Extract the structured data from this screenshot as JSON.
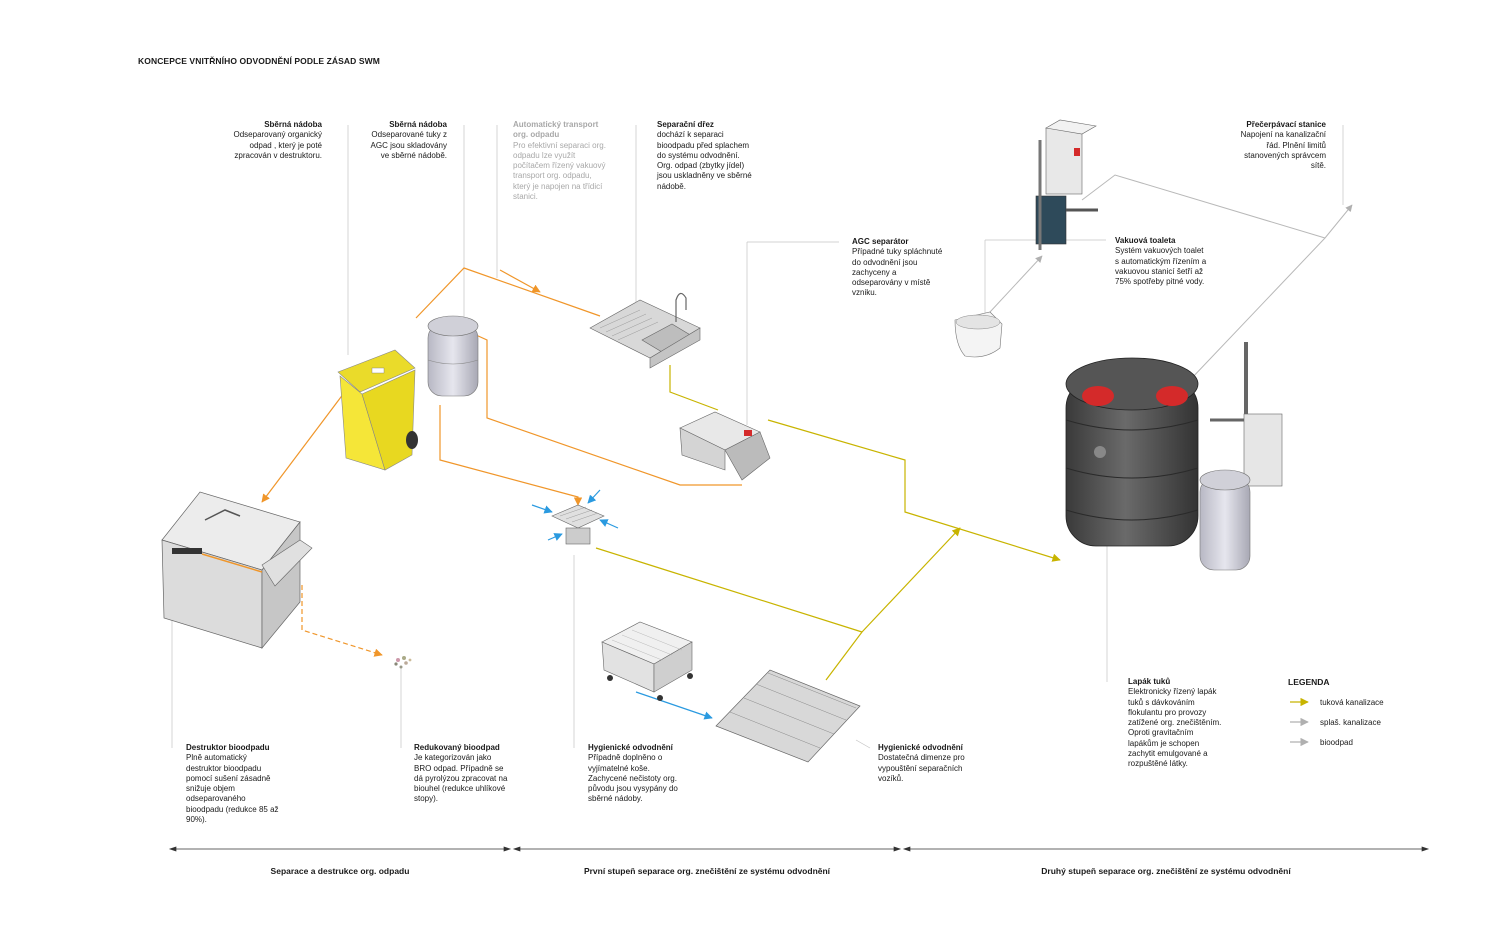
{
  "title": "KONCEPCE VNITŘNÍHO ODVODNĚNÍ PODLE ZÁSAD SWM",
  "labels": {
    "sberna1": {
      "heading": "Sběrná nádoba",
      "body": "Odseparovaný organický\nodpad , který je poté\nzpracován v destruktoru."
    },
    "sberna2": {
      "heading": "Sběrná nádoba",
      "body": "Odseparované tuky z\nAGC jsou skladovány\nve sběrné nádobě."
    },
    "transport": {
      "heading": "Automatický transport\norg. odpadu",
      "body": "Pro efektivní separaci org.\nodpadu lze využít\npočítačem řízený vakuový\ntransport org. odpadu,\nkterý je napojen na třídicí\nstanici."
    },
    "drez": {
      "heading": "Separační dřez",
      "body": "dochází k separaci\nbioodpadu před splachem\ndo systému odvodnění.\nOrg. odpad (zbytky jídel)\njsou uskladněny ve sběrné\nnádobě."
    },
    "agc": {
      "heading": "AGC separátor",
      "body": "Případné tuky spláchnuté\ndo odvodnění jsou\nzachyceny a\nodseparovány v místě\nvzniku."
    },
    "precerpavaci": {
      "heading": "Přečerpávací stanice",
      "body": "Napojení na kanalizační\nřád. Plnění limitů\nstanovených správcem\nsítě."
    },
    "vakuova": {
      "heading": "Vakuová toaleta",
      "body": "Systém vakuových toalet\ns automatickým řízením a\nvakuovou stanicí šetří až\n75% spotřeby pitné vody."
    },
    "destruktor": {
      "heading": "Destruktor bioodpadu",
      "body": "Plně automatický\ndestruktor bioodpadu\npomocí sušení zásadně\nsnižuje objem\nodseparovaného\nbioodpadu (redukce 85 až\n90%)."
    },
    "redukovany": {
      "heading": "Redukovaný bioodpad",
      "body": "Je kategorizován jako\nBRO odpad. Případně se\ndá pyrolýzou zpracovat na\nbiouhel (redukce uhlíkové\nstopy)."
    },
    "hygien1": {
      "heading": "Hygienické odvodnění",
      "body": "Případně doplněno o\nvyjímatelné koše.\nZachycené nečistoty org.\npůvodu jsou vysypány do\nsběrné nádoby."
    },
    "hygien2": {
      "heading": "Hygienické odvodnění",
      "body": "Dostatečná dimenze pro\nvypouštění separačních\nvozíků."
    },
    "lapak": {
      "heading": "Lapák tuků",
      "body": "Elektronicky řízený lapák\ntuků s dávkováním\nflokulantu pro provozy\nzatížené org. znečištěním.\nOproti gravitačním\nlapákům je schopen\nzachytit emulgované a\nrozpuštěné látky."
    }
  },
  "legend": {
    "title": "LEGENDA",
    "items": [
      {
        "label": "tuková kanalizace",
        "color": "#c8b400"
      },
      {
        "label": "splaš. kanalizace",
        "color": "#b0b0b0"
      },
      {
        "label": "bioodpad",
        "color": "#b0b0b0"
      }
    ]
  },
  "sections": [
    "Separace a destrukce org. odpadu",
    "První stupeň separace org. znečištění ze systému odvodnění",
    "Druhý stupeň separace org. znečištění ze systému odvodnění"
  ],
  "colors": {
    "orange": "#f0962a",
    "yellow_line": "#c8b400",
    "grey_line": "#b8b8b8",
    "blue_arrow": "#2a9ae0",
    "bin_yellow": "#f5e638",
    "tank_dark": "#4a4a4a",
    "red_lid": "#d42a2a"
  }
}
